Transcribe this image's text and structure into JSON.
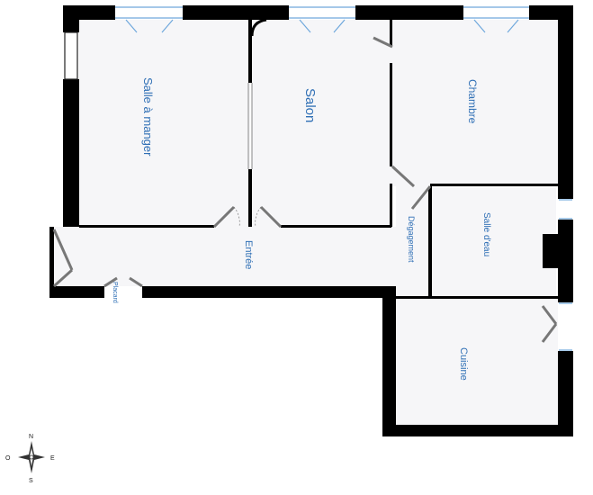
{
  "rooms": {
    "salle_a_manger": "Salle à manger",
    "salon": "Salon",
    "chambre": "Chambre",
    "entree": "Entrée",
    "degagement": "Dégagement",
    "salle_d_eau": "Salle d'eau",
    "cuisine": "Cuisine",
    "placard": "Placard"
  },
  "compass": {
    "north": "N",
    "south": "S",
    "east": "E",
    "west": "O"
  },
  "colors": {
    "wall": "#000000",
    "floor": "#f6f6f8",
    "label": "#2f6fb5",
    "window": "#6fa8dc",
    "door": "#777777"
  }
}
